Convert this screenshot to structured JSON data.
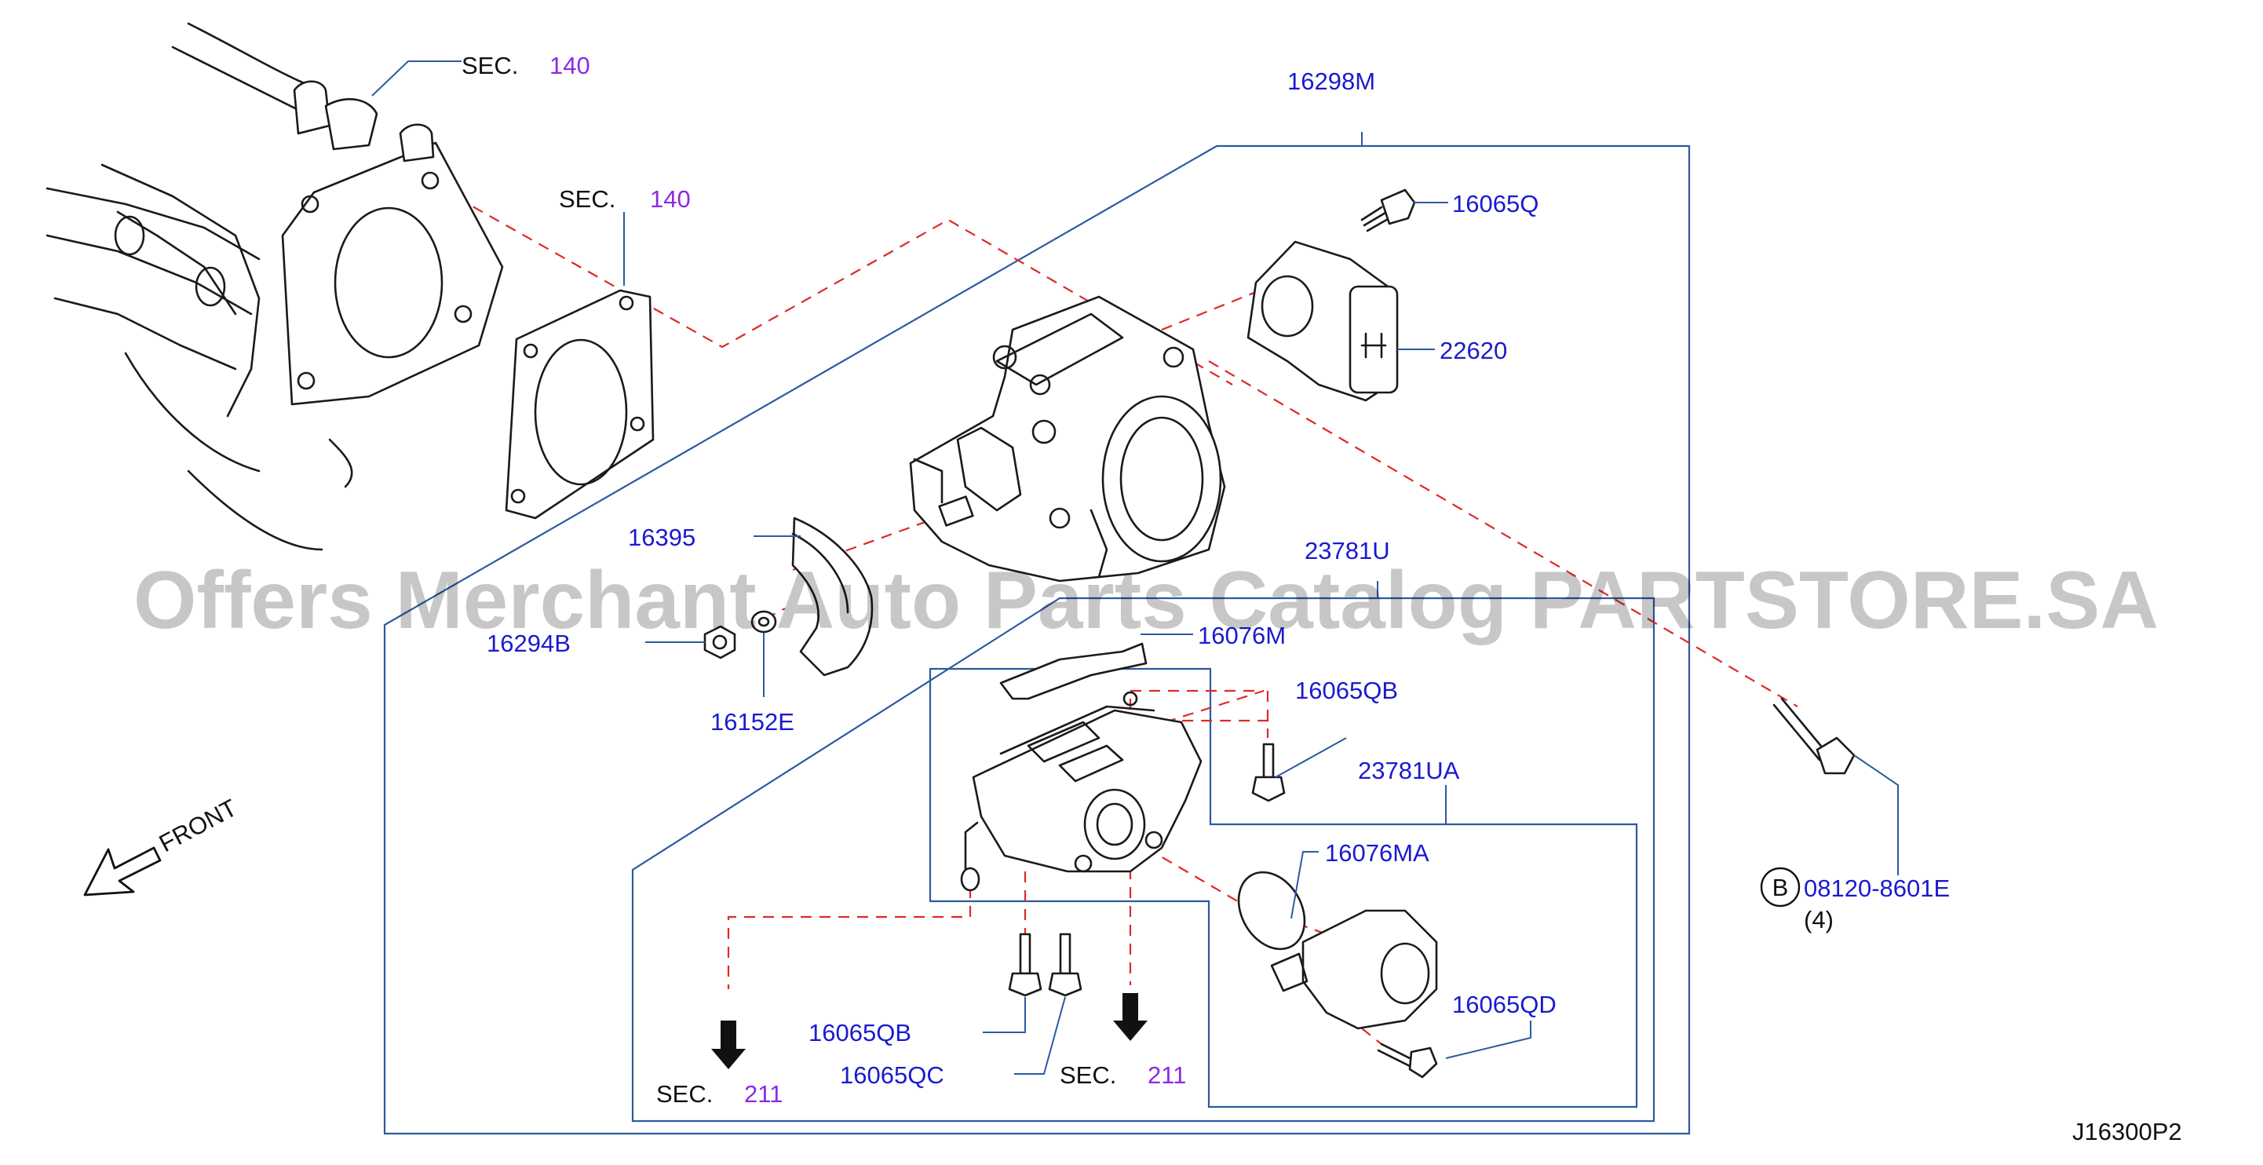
{
  "parts": {
    "p16298M": "16298M",
    "p16065Q": "16065Q",
    "p22620": "22620",
    "p16395": "16395",
    "p23781U": "23781U",
    "p16294B": "16294B",
    "p16076M": "16076M",
    "p16152E": "16152E",
    "p16065QB_top": "16065QB",
    "p23781UA": "23781UA",
    "p16076MA": "16076MA",
    "p16065QD": "16065QD",
    "p16065QB_bottom": "16065QB",
    "p16065QC": "16065QC",
    "p08120": "08120-8601E"
  },
  "sections": {
    "sec_label": "SEC.",
    "sec_140_a": "140",
    "sec_140_b": "140",
    "sec_211_a": "211",
    "sec_211_b": "211"
  },
  "callout": {
    "letter": "B",
    "qty": "(4)"
  },
  "front_label": "FRONT",
  "watermark": "Offers Merchant Auto Parts Catalog PARTSTORE.SA",
  "diagram_code": "J16300P2",
  "colors": {
    "part_number": "#1a1ad0",
    "section_number": "#8a2be2",
    "frame": "#2c5aa0",
    "dash": "#e02828"
  }
}
